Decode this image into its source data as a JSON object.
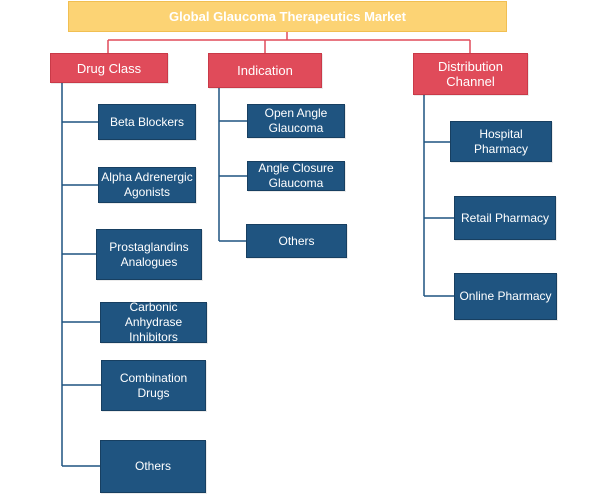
{
  "root": {
    "label": "Global Glaucoma Therapeutics Market"
  },
  "categories": [
    {
      "label": "Drug Class",
      "items": [
        "Beta Blockers",
        "Alpha Adrenergic Agonists",
        "Prostaglandins Analogues",
        "Carbonic Anhydrase Inhibitors",
        "Combination Drugs",
        "Others"
      ]
    },
    {
      "label": "Indication",
      "items": [
        "Open Angle Glaucoma",
        "Angle Closure Glaucoma",
        "Others"
      ]
    },
    {
      "label": "Distribution Channel",
      "items": [
        "Hospital Pharmacy",
        "Retail Pharmacy",
        "Online Pharmacy"
      ]
    }
  ],
  "colors": {
    "root_fill": "#fcd374",
    "category_fill": "#e04b5a",
    "leaf_fill": "#1f5480",
    "root_connector": "#e04b5a",
    "leaf_connector": "#1f5480"
  }
}
